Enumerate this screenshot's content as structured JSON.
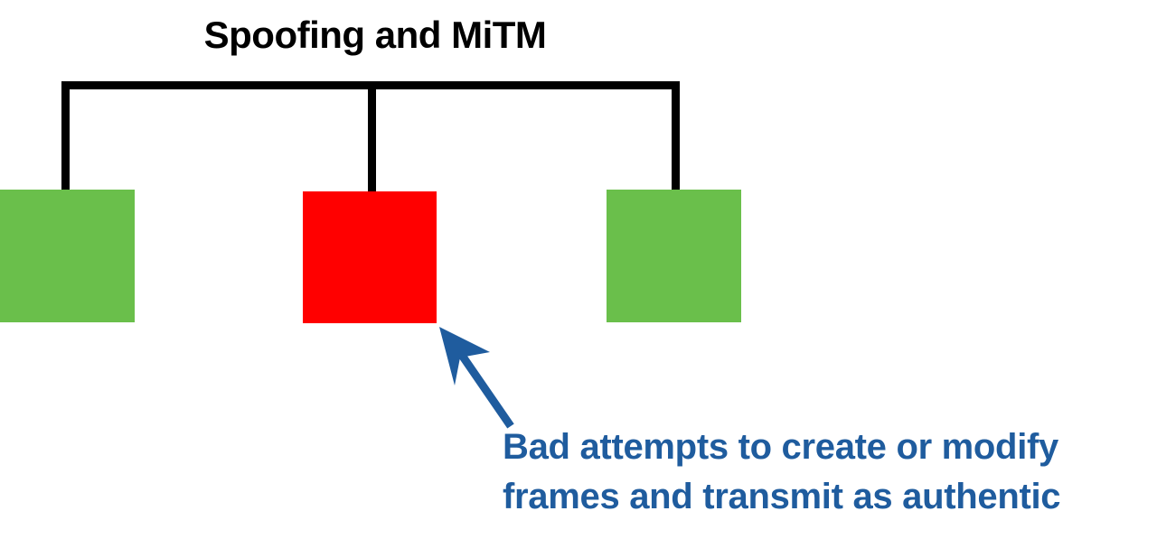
{
  "diagram": {
    "title": "Spoofing and MiTM",
    "background_color": "#FFFFFF",
    "connector_color": "#000000",
    "nodes": [
      {
        "id": "left",
        "label": "",
        "fill": "#6ABF4B",
        "state": "good"
      },
      {
        "id": "middle",
        "label": "",
        "fill": "#FF0000",
        "state": "bad"
      },
      {
        "id": "right",
        "label": "",
        "fill": "#6ABF4B",
        "state": "good"
      }
    ],
    "annotation": {
      "arrow_color": "#1F5C9E",
      "text_color": "#1F5C9E",
      "line1": "Bad attempts to create or modify",
      "line2": "frames and transmit as authentic"
    }
  }
}
